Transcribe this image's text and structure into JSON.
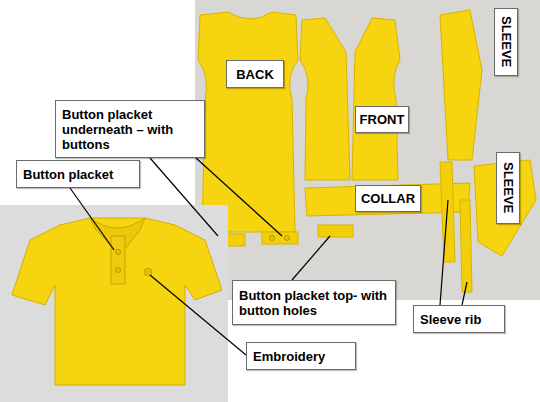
{
  "diagram": {
    "nodes": [
      {
        "text": [
          "BACK"
        ]
      },
      {
        "text": [
          "FRONT"
        ]
      },
      {
        "text": [
          "SLEEVE"
        ]
      },
      {
        "text": [
          "Button placket underneath – with buttons"
        ]
      },
      {
        "text": [
          "Button placket"
        ]
      },
      {
        "text": [
          "SLEEVE"
        ]
      },
      {
        "text": [
          "COLLAR"
        ]
      },
      {
        "text": [
          "Button placket top- with button holes"
        ]
      },
      {
        "text": [
          "Sleeve rib"
        ]
      },
      {
        "text": [
          "Embroidery"
        ]
      }
    ]
  }
}
